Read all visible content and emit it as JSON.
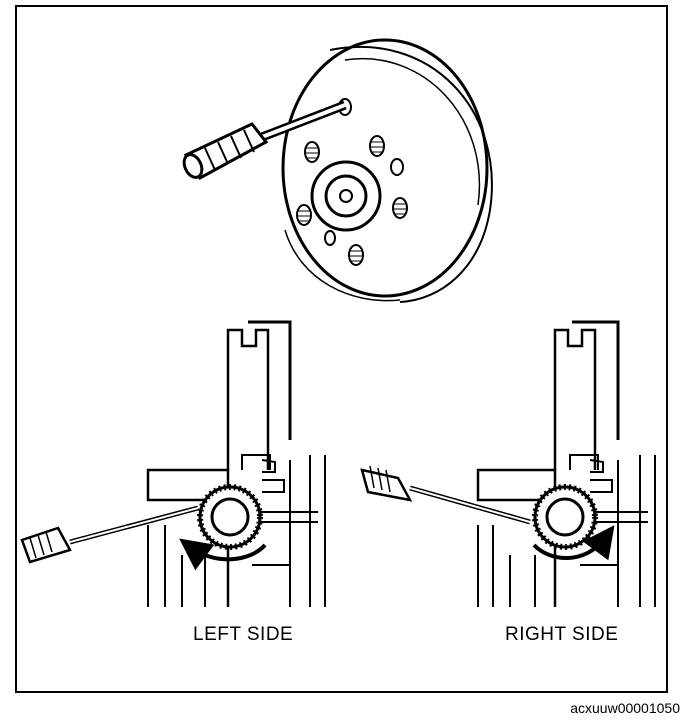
{
  "labels": {
    "left_side": "LEFT SIDE",
    "right_side": "RIGHT SIDE",
    "figure_code": "acxuuw00001050"
  }
}
